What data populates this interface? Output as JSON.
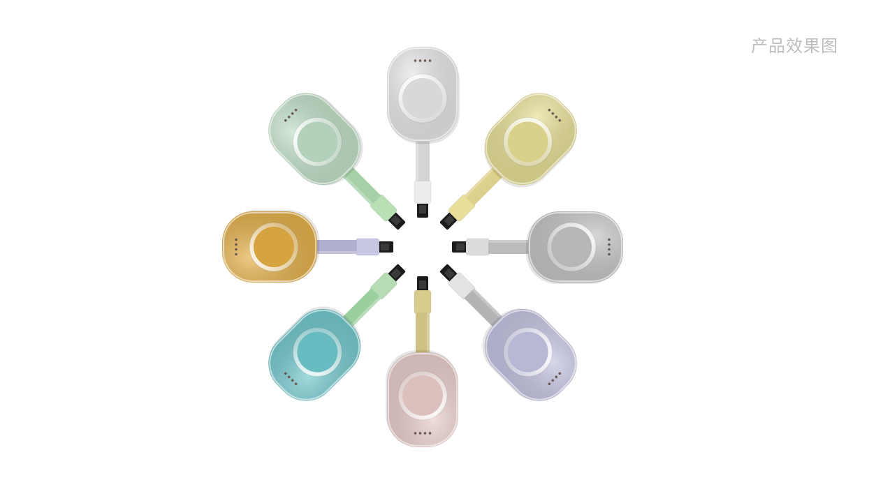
{
  "header": {
    "title": "产品效果图"
  },
  "products": [
    {
      "name": "white-dongle",
      "body": "#e6e6e8",
      "strap": "#d4d4d6",
      "plug": "#ededed"
    },
    {
      "name": "yellow-dongle",
      "body": "#e7df93",
      "strap": "#dcd08a",
      "plug": "#e9df9a"
    },
    {
      "name": "gray-dongle",
      "body": "#c3c3c5",
      "strap": "#bcbcbe",
      "plug": "#dcdcdc"
    },
    {
      "name": "lilac-dongle",
      "body": "#c4c3e2",
      "strap": "#b4b4b7",
      "plug": "#e3e3e3"
    },
    {
      "name": "pink-dongle",
      "body": "#e9cdca",
      "strap": "#cec182",
      "plug": "#d8cd8c"
    },
    {
      "name": "teal-dongle",
      "body": "#6fc7cc",
      "strap": "#9ccf9f",
      "plug": "#b5dcb2"
    },
    {
      "name": "orange-dongle",
      "body": "#e3ae45",
      "strap": "#b0b0cf",
      "plug": "#c7c6e3"
    },
    {
      "name": "mint-dongle",
      "body": "#bfdfc6",
      "strap": "#a6d1a8",
      "plug": "#b9e0b5"
    }
  ]
}
